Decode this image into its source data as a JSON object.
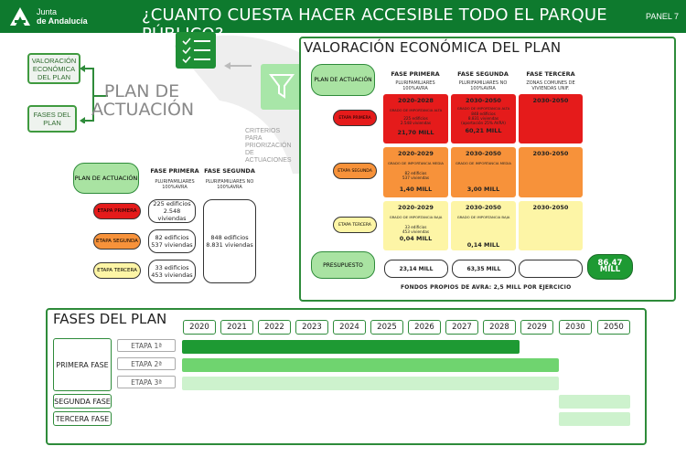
{
  "header": {
    "logo_line1": "Junta",
    "logo_line2": "de Andalucía",
    "title": "¿CUANTO CUESTA HACER ACCESIBLE TODO EL PARQUE PÚBLICO?",
    "panel": "PANEL 7"
  },
  "left": {
    "valoracion_box": "VALORACIÓN ECONÓMICA DEL PLAN",
    "fases_box": "FASES DEL PLAN",
    "plan_title_1": "PLAN DE",
    "plan_title_2": "ACTUACIÓN",
    "criterios": "CRITERIOS PARA PRIORIZACIÓN DE ACTUACIONES"
  },
  "mini_table": {
    "plan_label": "PLAN DE ACTUACIÓN",
    "fase1": "FASE PRIMERA",
    "fase1_sub": "PLURIFAMILIARES 100%AVRA",
    "fase2": "FASE SEGUNDA",
    "fase2_sub": "PLURIFAMILIARES NO 100%AVRA",
    "etapas": [
      {
        "label": "ETAPA PRIMERA",
        "line1": "225 edificios",
        "line2": "2.548 viviendas"
      },
      {
        "label": "ETAPA SEGUNDA",
        "line1": "82 edificios",
        "line2": "537 viviendas"
      },
      {
        "label": "ETAPA TERCERA",
        "line1": "33 edificios",
        "line2": "453 viviendas"
      }
    ],
    "fase2_line1": "848 edificios",
    "fase2_line2": "8.831 viviendas"
  },
  "valoracion": {
    "title": "VALORACIÓN ECONÓMICA DEL PLAN",
    "plan_label": "PLAN DE ACTUACIÓN",
    "col1": "FASE PRIMERA",
    "col1_sub": "PLURIFAMILIARES 100%AVRA",
    "col2": "FASE SEGUNDA",
    "col2_sub": "PLURIFAMILIARES NO 100%AVRA",
    "col3": "FASE TERCERA",
    "col3_sub": "ZONAS COMUNES DE VIVIENDAS UNIF.",
    "rows": [
      {
        "label": "ETAPA PRIMERA",
        "c1": {
          "year": "2020-2028",
          "imp": "GRADO DE IMPORTANCIA ALTA",
          "ed1": "225 edificios",
          "ed2": "2.548 viviendas",
          "mill": "21,70 MILL"
        },
        "c2": {
          "year": "2030-2050",
          "imp": "GRADO DE IMPORTANCIA ALTA",
          "ed1": "848 edificios",
          "ed2": "8.831 viviendas",
          "ed3": "(aportación 25% AVRA)",
          "mill": "60,21 MILL"
        },
        "c3": {
          "year": "2030-2050"
        }
      },
      {
        "label": "ETAPA SEGUNDA",
        "c1": {
          "year": "2020-2029",
          "imp": "GRADO DE IMPORTANCIA MEDIA",
          "ed1": "82 edificios",
          "ed2": "537 viviendas",
          "mill": "1,40 MILL"
        },
        "c2": {
          "year": "2030-2050",
          "imp": "GRADO DE IMPORTANCIA MEDIA",
          "mill": "3,00 MILL"
        },
        "c3": {
          "year": "2030-2050"
        }
      },
      {
        "label": "ETAPA TERCERA",
        "c1": {
          "year": "2020-2029",
          "imp": "GRADO DE IMPORTANCIA BAJA",
          "ed1": "33 edificios",
          "ed2": "453 viviendas",
          "mill": "0,04 MILL"
        },
        "c2": {
          "year": "2030-2050",
          "imp": "GRADO DE IMPORTANCIA BAJA",
          "mill": "0,14 MILL"
        },
        "c3": {
          "year": "2030-2050"
        }
      }
    ],
    "presupuesto_label": "PRESUPUESTO",
    "p1": "23,14 MILL",
    "p2": "63,35 MILL",
    "p3": "",
    "total": "86,47 MILL",
    "fondos": "FONDOS PROPIOS DE AVRA: 2,5 MILL POR EJERCICIO"
  },
  "gantt": {
    "title": "FASES DEL PLAN",
    "years": [
      "2020",
      "2021",
      "2022",
      "2023",
      "2024",
      "2025",
      "2026",
      "2027",
      "2028",
      "2029",
      "2030",
      "2050"
    ],
    "primera": "PRIMERA FASE",
    "etapa1": "ETAPA 1ª",
    "etapa2": "ETAPA 2ª",
    "etapa3": "ETAPA 3ª",
    "segunda": "SEGUNDA FASE",
    "tercera": "TERCERA FASE",
    "colors": {
      "dark": "#1e9a33",
      "mid": "#6fd46f",
      "light": "#cdf2cd"
    }
  }
}
